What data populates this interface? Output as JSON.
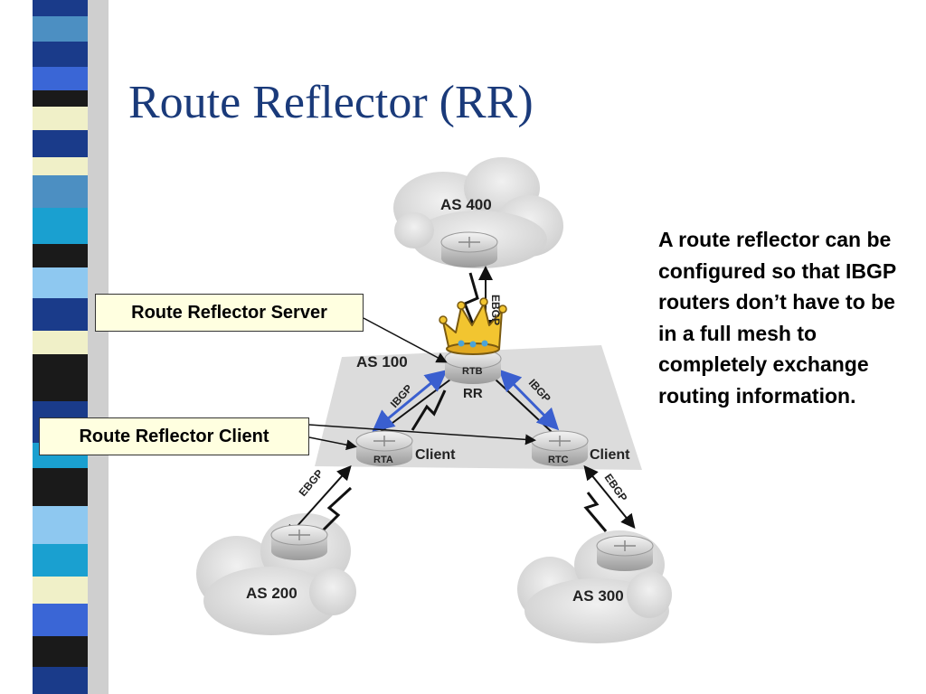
{
  "slide": {
    "title": "Route Reflector (RR)",
    "description": "A route reflector can be configured so that IBGP routers don’t have to be in a full mesh to completely exchange routing information."
  },
  "callouts": {
    "server": "Route Reflector Server",
    "client": "Route Reflector Client"
  },
  "diagram": {
    "as_labels": {
      "as400": "AS 400",
      "as100": "AS 100",
      "as200": "AS 200",
      "as300": "AS 300"
    },
    "routers": {
      "rtb": "RTB",
      "rta": "RTA",
      "rtc": "RTC"
    },
    "roles": {
      "rr": "RR",
      "client_a": "Client",
      "client_c": "Client"
    },
    "sessions": {
      "ebgp_top": "EBGP",
      "ibgp_left": "IBGP",
      "ibgp_right": "IBGP",
      "ebgp_left": "EBGP",
      "ebgp_right": "EBGP"
    }
  },
  "colors": {
    "title": "#1a3a7a",
    "callout_bg": "#ffffe0",
    "ibgp_link": "#3a5fcf",
    "as100_plane": "#dcdcdc",
    "cloud": "#e3e3e3",
    "crown": "#f2c530"
  }
}
